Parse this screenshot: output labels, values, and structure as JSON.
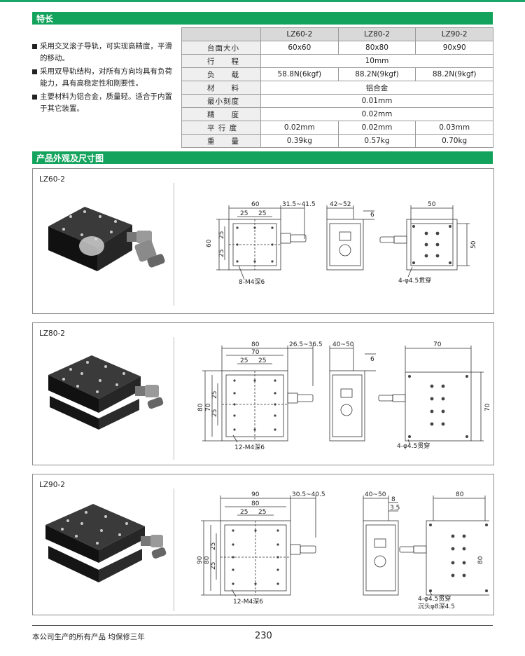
{
  "features_section": {
    "title": "特长",
    "items": [
      "采用交叉滚子导轨，可实现高精度，平滑的移动。",
      "采用双导轨结构，对所有方向均具有负荷能力，具有高稳定性和刚要性。",
      "主要材料为铝合金，质量轻。适合于内置于其它装置。"
    ]
  },
  "spec_table": {
    "headers": [
      "",
      "LZ60-2",
      "LZ80-2",
      "LZ90-2"
    ],
    "rows": [
      {
        "label": "台面大小",
        "values": [
          "60x60",
          "80x80",
          "90x90"
        ]
      },
      {
        "label": "行　　程",
        "merged": "10mm"
      },
      {
        "label": "负　　载",
        "values": [
          "58.8N(6kgf)",
          "88.2N(9kgf)",
          "88.2N(9kgf)"
        ]
      },
      {
        "label": "材　　料",
        "merged": "铝合金"
      },
      {
        "label": "最小刻度",
        "merged": "0.01mm"
      },
      {
        "label": "精　　度",
        "merged": "0.02mm"
      },
      {
        "label": "平 行 度",
        "values": [
          "0.02mm",
          "0.02mm",
          "0.03mm"
        ]
      },
      {
        "label": "重　　量",
        "values": [
          "0.39kg",
          "0.57kg",
          "0.70kg"
        ]
      }
    ]
  },
  "dimension_section": {
    "title": "产品外观及尺寸图"
  },
  "models": [
    {
      "name": "LZ60-2",
      "top_dims": [
        "60",
        "31.5~41.5",
        "25",
        "25"
      ],
      "side_dims": [
        "60",
        "25",
        "25"
      ],
      "hole_note": "8-M4深6",
      "side_view_dims": [
        "42~52",
        "6"
      ],
      "bottom_dims": [
        "50",
        "50"
      ],
      "bottom_note": "4-φ4.5贯穿",
      "bottom_note2": ""
    },
    {
      "name": "LZ80-2",
      "top_dims": [
        "80",
        "26.5~36.5",
        "70",
        "25",
        "25"
      ],
      "side_dims": [
        "80",
        "70",
        "25",
        "25"
      ],
      "hole_note": "12-M4深6",
      "side_view_dims": [
        "40~50",
        "6"
      ],
      "bottom_dims": [
        "70",
        "70"
      ],
      "bottom_note": "4-φ4.5贯穿",
      "bottom_note2": ""
    },
    {
      "name": "LZ90-2",
      "top_dims": [
        "90",
        "30.5~40.5",
        "80",
        "25",
        "25"
      ],
      "side_dims": [
        "90",
        "80",
        "25",
        "25"
      ],
      "hole_note": "12-M4深6",
      "side_view_dims": [
        "40~50",
        "8",
        "3.5"
      ],
      "bottom_dims": [
        "80",
        "80"
      ],
      "bottom_note": "4-φ4.5贯穿",
      "bottom_note2": "沉头φ8深4.5"
    }
  ],
  "footer": {
    "warranty": "本公司生产的所有产品  均保修三年",
    "page_number": "230"
  }
}
